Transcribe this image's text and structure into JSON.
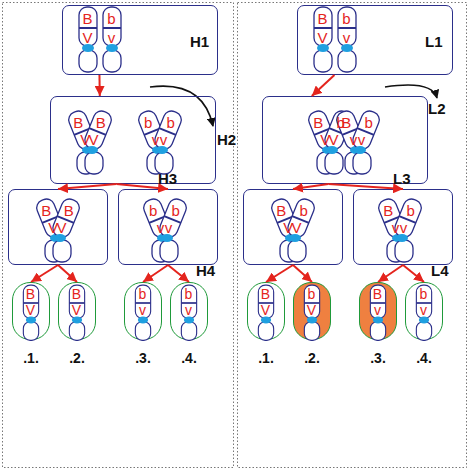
{
  "diagram": {
    "nodes": [
      {
        "text": [
          "B",
          "V",
          "b",
          "v"
        ]
      },
      {
        "text": [
          "B",
          "V",
          "B",
          "V",
          "b",
          "v",
          "b",
          "v"
        ]
      },
      {
        "text": [
          "B",
          "V",
          "B",
          "V"
        ]
      },
      {
        "text": [
          "b",
          "v",
          "b",
          "v"
        ]
      },
      {
        "text": [
          "B",
          "V"
        ]
      },
      {
        "text": [
          "B",
          "V"
        ]
      },
      {
        "text": [
          "b",
          "v"
        ]
      },
      {
        "text": [
          "b",
          "v"
        ]
      },
      {
        "text": [
          "B",
          "V",
          "b",
          "v"
        ]
      },
      {
        "text": [
          "B",
          "V",
          "b",
          "V",
          "B",
          "v",
          "b",
          "v"
        ]
      },
      {
        "text": [
          "B",
          "V",
          "b",
          "V"
        ]
      },
      {
        "text": [
          "B",
          "v",
          "b",
          "v"
        ]
      },
      {
        "text": [
          "B",
          "V"
        ]
      },
      {
        "text": [
          "b",
          "V"
        ]
      },
      {
        "text": [
          "B",
          "v"
        ]
      },
      {
        "text": [
          "b",
          "v"
        ]
      }
    ],
    "edges": [
      {
        "from": 0,
        "to": 1,
        "arrow": "to"
      },
      {
        "from": 1,
        "to": 2,
        "arrow": "to"
      },
      {
        "from": 1,
        "to": 3,
        "arrow": "to"
      },
      {
        "from": 2,
        "to": 4,
        "arrow": "to"
      },
      {
        "from": 2,
        "to": 5,
        "arrow": "to"
      },
      {
        "from": 3,
        "to": 6,
        "arrow": "to"
      },
      {
        "from": 3,
        "to": 7,
        "arrow": "to"
      },
      {
        "from": 8,
        "to": 9,
        "arrow": "to"
      },
      {
        "from": 9,
        "to": 10,
        "arrow": "to"
      },
      {
        "from": 9,
        "to": 11,
        "arrow": "to"
      },
      {
        "from": 10,
        "to": 12,
        "arrow": "to"
      },
      {
        "from": 10,
        "to": 13,
        "arrow": "to"
      },
      {
        "from": 11,
        "to": 14,
        "arrow": "to"
      },
      {
        "from": 11,
        "to": 15,
        "arrow": "to"
      }
    ],
    "labels": [
      "H1",
      "H2",
      "H3",
      "H4",
      ".1.",
      ".2.",
      ".3.",
      ".4.",
      "L1",
      "L2",
      "L3",
      "L4",
      ".1.",
      ".2.",
      ".3.",
      ".4."
    ]
  }
}
